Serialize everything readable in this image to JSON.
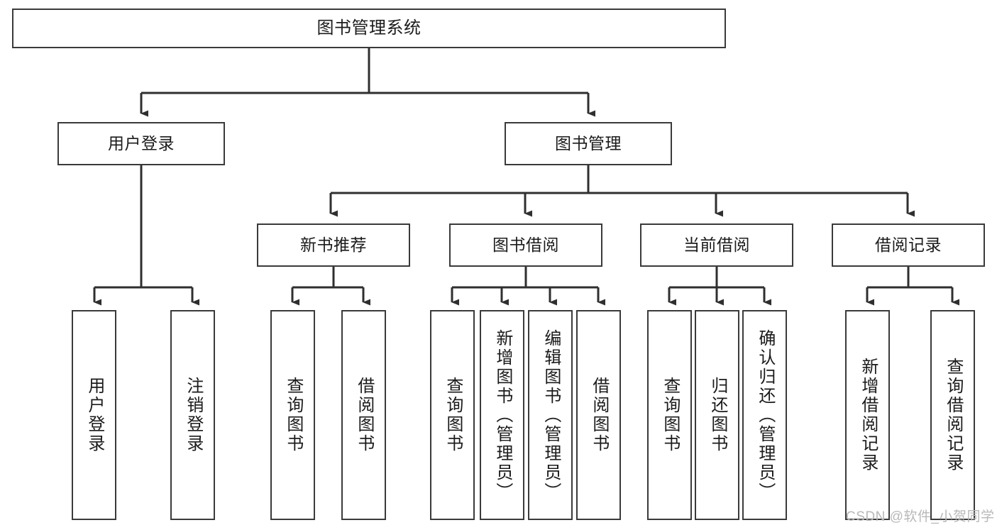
{
  "diagram": {
    "title": "图书管理系统",
    "type": "tree-hierarchy-chart",
    "colors": {
      "box_border": "#3a3a3a",
      "box_fill": "#ffffff",
      "connector": "#2f2f2f",
      "text": "#1b1b1b",
      "watermark": "#b8b8b8"
    },
    "root": {
      "label": "图书管理系统"
    },
    "level2": [
      {
        "label": "用户登录"
      },
      {
        "label": "图书管理"
      }
    ],
    "level3": [
      {
        "label": "新书推荐"
      },
      {
        "label": "图书借阅"
      },
      {
        "label": "当前借阅"
      },
      {
        "label": "借阅记录"
      }
    ],
    "leaves": {
      "user_login": [
        {
          "label": "用户登录"
        },
        {
          "label": "注销登录"
        }
      ],
      "new_book_recommend": [
        {
          "label": "查询图书"
        },
        {
          "label": "借阅图书"
        }
      ],
      "book_borrow": [
        {
          "label": "查询图书"
        },
        {
          "label": "新增图书（管理员）"
        },
        {
          "label": "编辑图书（管理员）"
        },
        {
          "label": "借阅图书"
        }
      ],
      "current_borrow": [
        {
          "label": "查询图书"
        },
        {
          "label": "归还图书"
        },
        {
          "label": "确认归还（管理员）"
        }
      ],
      "borrow_record": [
        {
          "label": "新增借阅记录"
        },
        {
          "label": "查询借阅记录"
        }
      ]
    },
    "watermark": "CSDN @软件_小贺同学"
  }
}
